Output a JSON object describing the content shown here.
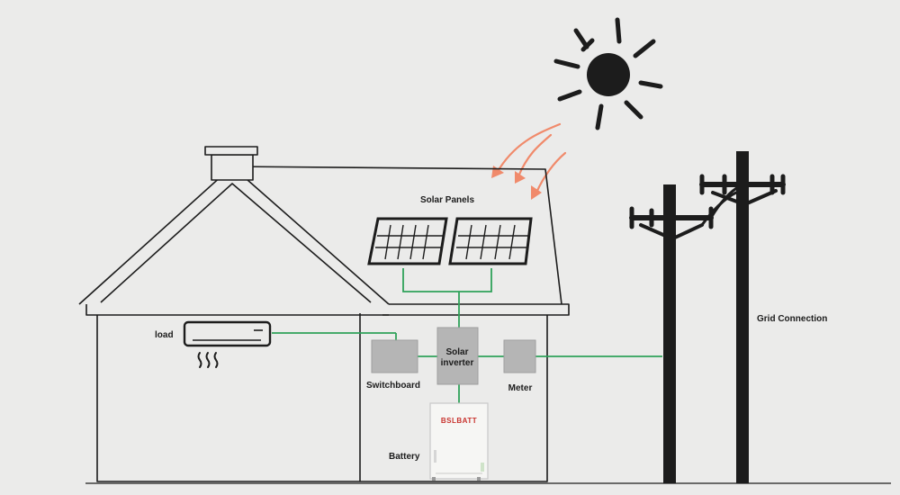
{
  "labels": {
    "solar_panels": "Solar Panels",
    "load": "load",
    "switchboard": "Switchboard",
    "inverter_line1": "Solar",
    "inverter_line2": "inverter",
    "meter": "Meter",
    "battery": "Battery",
    "grid": "Grid Connection"
  },
  "battery_brand": "BSLBATT",
  "colors": {
    "background": "#ebebea",
    "line": "#1c1c1c",
    "wire": "#2fa25a",
    "box": "#b5b5b5",
    "sun_arrow": "#f08a6b",
    "brand": "#c8322d"
  }
}
